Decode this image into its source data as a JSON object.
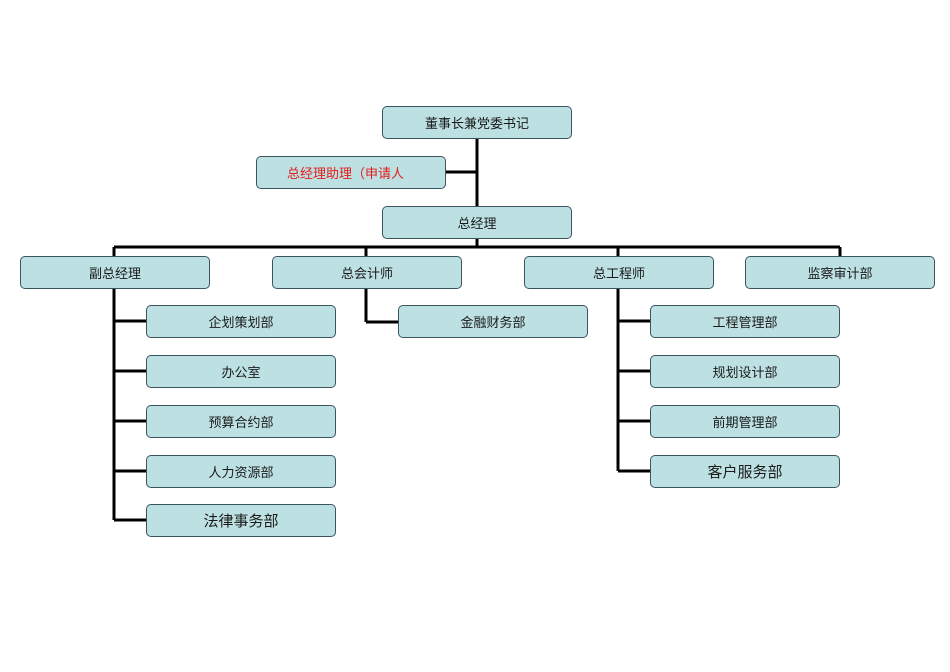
{
  "colors": {
    "box_fill": "#bde0e3",
    "box_border": "#3a5560",
    "line": "#000000",
    "highlight_text": "#e31b1b"
  },
  "nodes": {
    "chairman": "董事长兼党委书记",
    "assistant": "总经理助理（申请人",
    "gm": "总经理",
    "deputy_gm": "副总经理",
    "chief_accountant": "总会计师",
    "chief_engineer": "总工程师",
    "audit": "监察审计部",
    "planning": "企划策划部",
    "office": "办公室",
    "budget": "预算合约部",
    "hr": "人力资源部",
    "legal": "法律事务部",
    "finance": "金融财务部",
    "engineering": "工程管理部",
    "design": "规划设计部",
    "early_stage": "前期管理部",
    "customer_service": "客户服务部"
  }
}
